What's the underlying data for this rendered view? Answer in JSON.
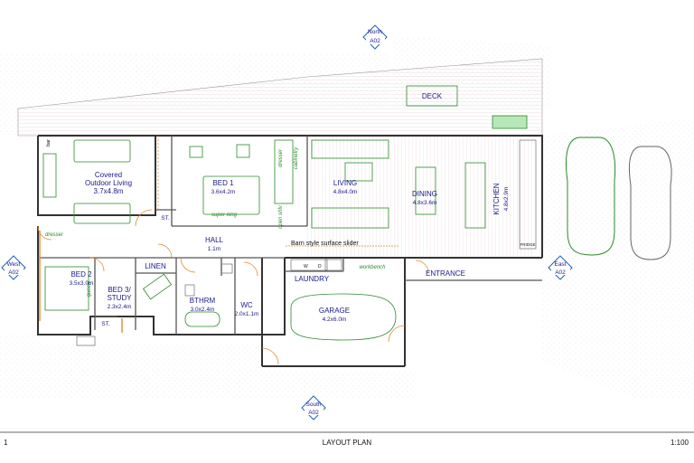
{
  "title_block": {
    "sheet_number": "1",
    "title": "LAYOUT PLAN",
    "scale": "1:100"
  },
  "compass_markers": [
    {
      "direction": "North",
      "sheet": "A02"
    },
    {
      "direction": "South",
      "sheet": "A02"
    },
    {
      "direction": "East",
      "sheet": "A02"
    },
    {
      "direction": "West",
      "sheet": "A02"
    }
  ],
  "rooms": {
    "deck": {
      "name": "DECK"
    },
    "covered_outdoor": {
      "name_line1": "Covered",
      "name_line2": "Outdoor Living",
      "size": "3.7x4.8m"
    },
    "bed1": {
      "name": "BED 1",
      "size": "3.6x4.2m"
    },
    "living": {
      "name": "LIVING",
      "size": "4.8x4.0m"
    },
    "dining": {
      "name": "DINING",
      "size": "4.8x3.6m"
    },
    "kitchen": {
      "name": "KITCHEN",
      "size": "4.8x2.9m"
    },
    "hall": {
      "name": "HALL",
      "size": "1.1m"
    },
    "bed2": {
      "name": "BED 2",
      "size": "3.5x3.0m"
    },
    "bed3": {
      "name_line1": "BED 3/",
      "name_line2": "STUDY",
      "size": "2.3x2.4m"
    },
    "linen": {
      "name": "LINEN"
    },
    "bthrm": {
      "name": "BTHRM",
      "size": "3.0x2.4m"
    },
    "wc": {
      "name": "WC",
      "size": "2.0x1.1m"
    },
    "laundry": {
      "name": "LAUNDRY"
    },
    "garage": {
      "name": "GARAGE",
      "size": "4.2x6.0m"
    },
    "entrance": {
      "name": "ENTRANCE"
    },
    "st_bed1": {
      "name": "ST."
    },
    "st_bed2": {
      "name": "ST."
    }
  },
  "notes": {
    "barn_slider": "Barn style surface slider",
    "superking": "super-king",
    "dresser_bed1": "dresser",
    "cabinetry": "cabinetry",
    "open_shelving": "open shlv",
    "dresser_bed2": "dresser",
    "workbench": "workbench",
    "bar": "bar",
    "queen": "queen",
    "laundry_w": "W",
    "laundry_d": "D",
    "fridge": "FRIDGE"
  }
}
